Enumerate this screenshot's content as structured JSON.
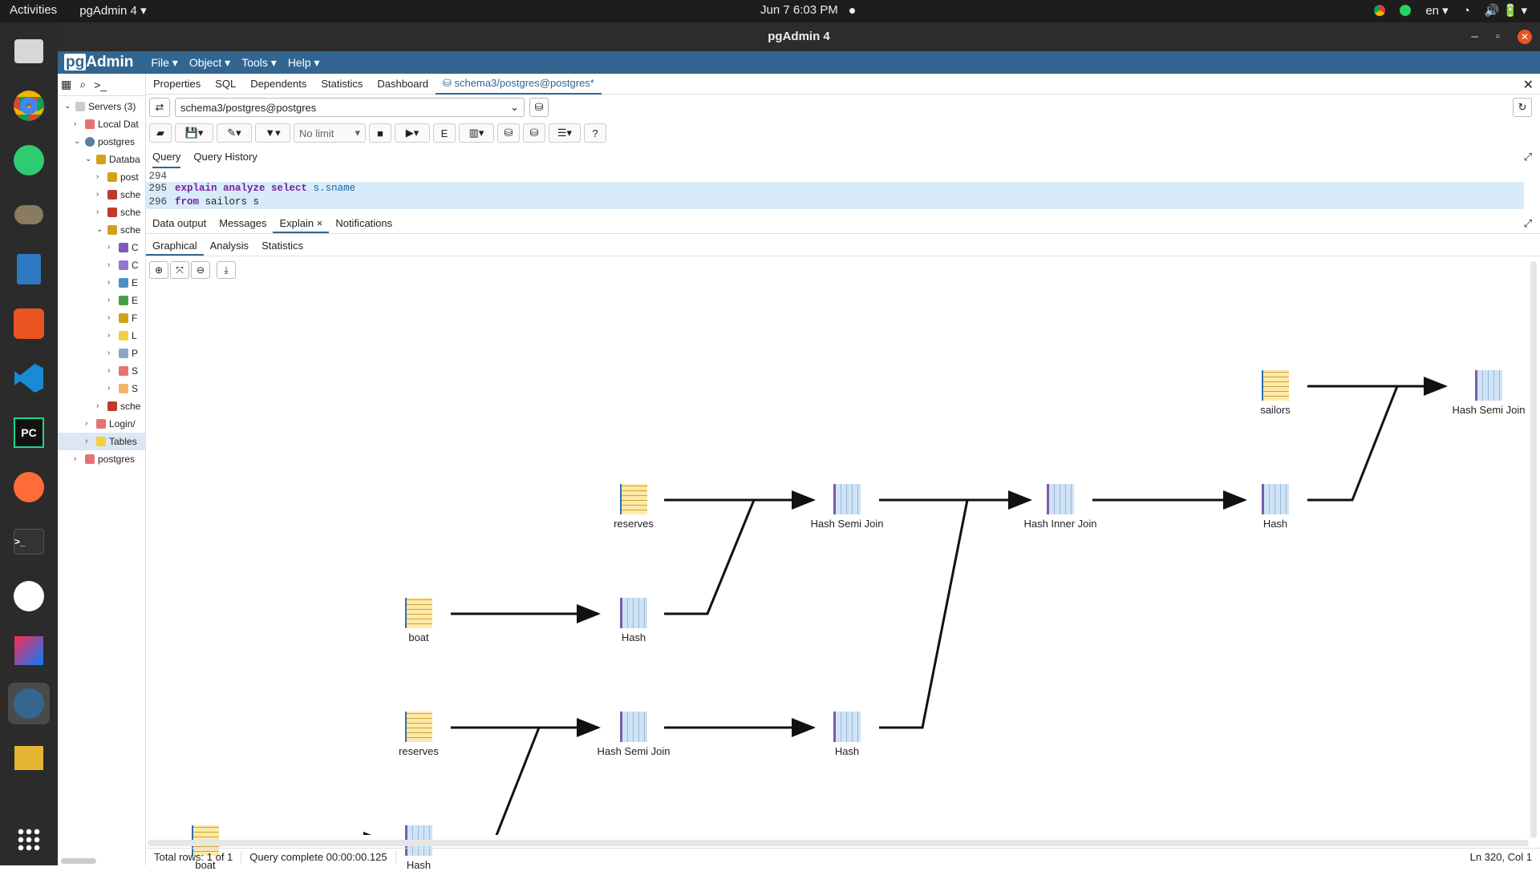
{
  "topbar": {
    "activities": "Activities",
    "app": "pgAdmin 4 ▾",
    "datetime": "Jun 7  6:03 PM",
    "lang": "en ▾",
    "tray": "🔊 🔋 ▾"
  },
  "window": {
    "title": "pgAdmin 4"
  },
  "menubar": {
    "logo_pg": "pg",
    "logo_admin": "Admin",
    "items": [
      "File ▾",
      "Object ▾",
      "Tools ▾",
      "Help ▾"
    ]
  },
  "tree": {
    "nodes": [
      {
        "label": "Servers (3)"
      },
      {
        "label": "Local Dat"
      },
      {
        "label": "postgres"
      },
      {
        "label": "Databa"
      },
      {
        "label": "post"
      },
      {
        "label": "sche"
      },
      {
        "label": "sche"
      },
      {
        "label": "sche"
      },
      {
        "label": "C"
      },
      {
        "label": "C"
      },
      {
        "label": "E"
      },
      {
        "label": "E"
      },
      {
        "label": "F"
      },
      {
        "label": "L"
      },
      {
        "label": "P"
      },
      {
        "label": "S"
      },
      {
        "label": "S"
      },
      {
        "label": "sche"
      },
      {
        "label": "Login/"
      },
      {
        "label": "Tables"
      },
      {
        "label": "postgres"
      }
    ]
  },
  "tabs": {
    "items": [
      "Properties",
      "SQL",
      "Dependents",
      "Statistics",
      "Dashboard",
      "schema3/postgres@postgres*"
    ],
    "active_index": 5
  },
  "connection": {
    "value": "schema3/postgres@postgres"
  },
  "toolbar": {
    "limit": "No limit"
  },
  "query_tabs": [
    "Query",
    "Query History"
  ],
  "editor": {
    "lines": [
      {
        "num": "294",
        "parts": []
      },
      {
        "num": "295",
        "kw1": "explain analyze",
        "kw2": "select",
        "rest": "s.sname"
      },
      {
        "num": "296",
        "kw1": "from",
        "rest": "sailors s"
      }
    ]
  },
  "output_tabs": [
    "Data output",
    "Messages",
    "Explain",
    "Notifications"
  ],
  "explain_close": "×",
  "explain_tabs": [
    "Graphical",
    "Analysis",
    "Statistics"
  ],
  "plan": {
    "nodes": [
      {
        "id": "n_sailors",
        "label": "sailors",
        "kind": "scan"
      },
      {
        "id": "n_root",
        "label": "Hash Semi Join",
        "kind": "join"
      },
      {
        "id": "n_reserves1",
        "label": "reserves",
        "kind": "scan"
      },
      {
        "id": "n_hsj1",
        "label": "Hash Semi Join",
        "kind": "join"
      },
      {
        "id": "n_hij",
        "label": "Hash Inner Join",
        "kind": "join"
      },
      {
        "id": "n_hash_top",
        "label": "Hash",
        "kind": "join"
      },
      {
        "id": "n_boat1",
        "label": "boat",
        "kind": "scan"
      },
      {
        "id": "n_hash1",
        "label": "Hash",
        "kind": "join"
      },
      {
        "id": "n_reserves2",
        "label": "reserves",
        "kind": "scan"
      },
      {
        "id": "n_hsj2",
        "label": "Hash Semi Join",
        "kind": "join"
      },
      {
        "id": "n_hash2",
        "label": "Hash",
        "kind": "join"
      },
      {
        "id": "n_boat2",
        "label": "boat",
        "kind": "scan"
      },
      {
        "id": "n_hash3",
        "label": "Hash",
        "kind": "join"
      }
    ]
  },
  "status": {
    "rows": "Total rows: 1 of 1",
    "time": "Query complete 00:00:00.125",
    "pos": "Ln 320, Col 1"
  },
  "colors": {
    "brand": "#326690",
    "accent": "#e95420"
  }
}
